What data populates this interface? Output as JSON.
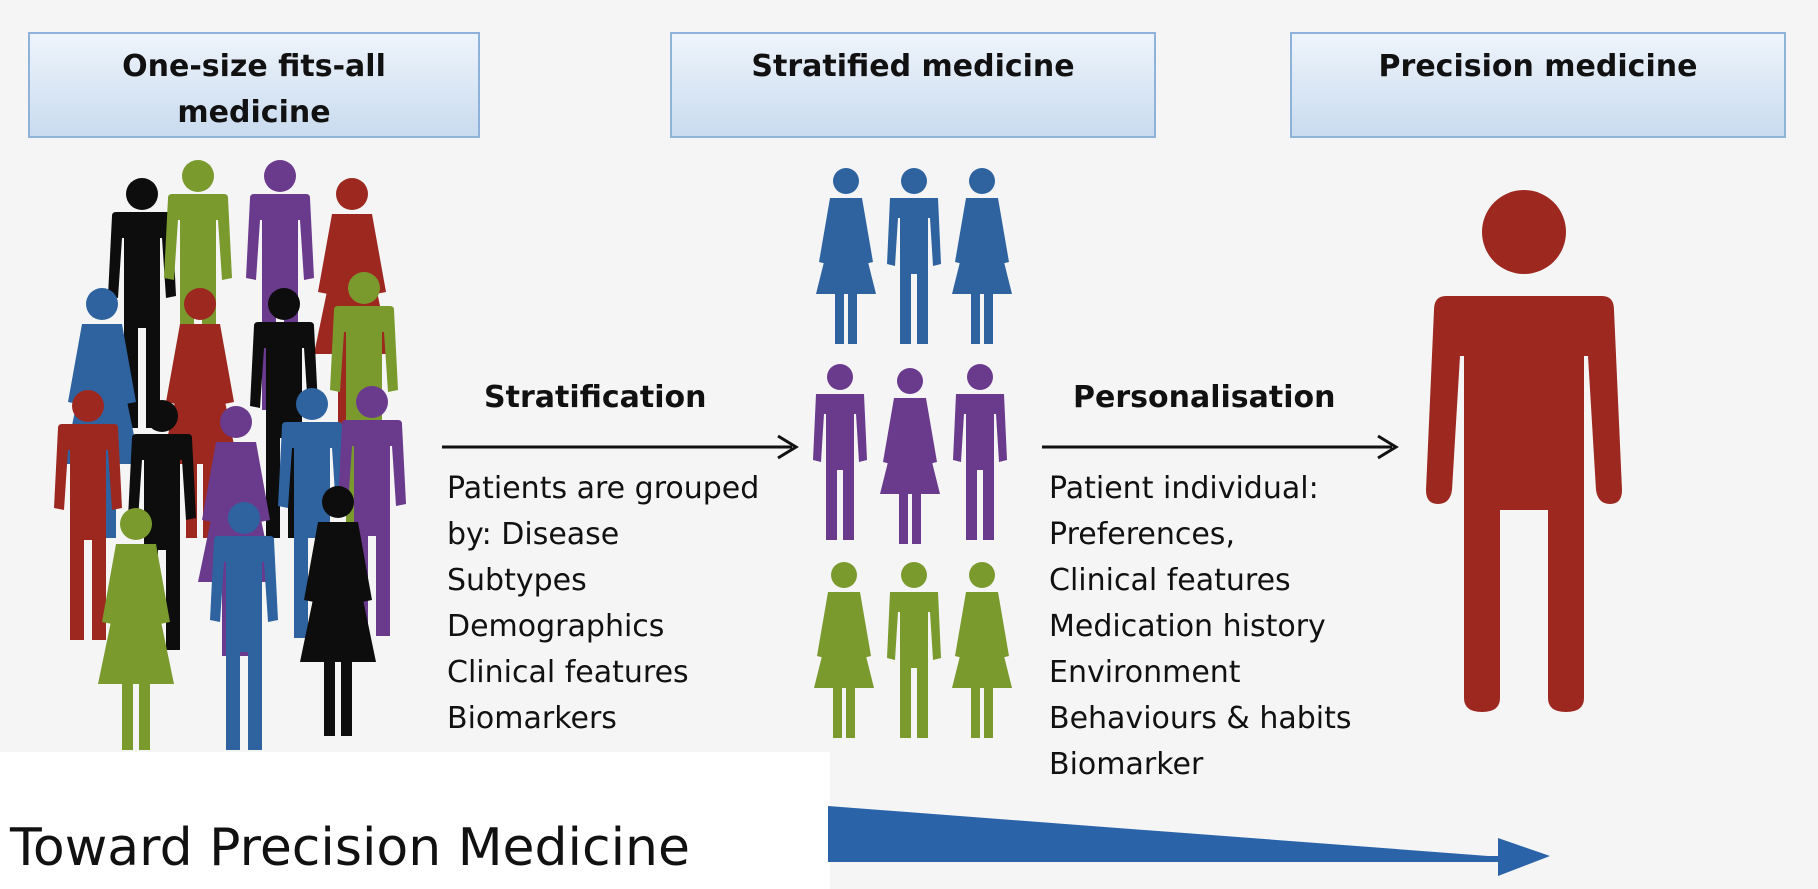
{
  "title": "Toward Precision Medicine",
  "headers": {
    "one_size": "One-size fits-all medicine",
    "stratified": "Stratified medicine",
    "precision": "Precision medicine"
  },
  "steps": {
    "stratification": "Stratification",
    "personalisation": "Personalisation"
  },
  "stratification_text": [
    "Patients are grouped",
    "by: Disease",
    "Subtypes",
    "Demographics",
    "Clinical features",
    "Biomarkers"
  ],
  "personalisation_text": [
    "Patient individual:",
    "Preferences,",
    "Clinical features",
    "Medication history",
    "Environment",
    "Behaviours & habits",
    "Biomarker"
  ],
  "colors": {
    "black": "#0d0d0d",
    "green": "#7a9a2e",
    "purple": "#6a3a8c",
    "red": "#9c2820",
    "blue": "#2e63a0",
    "arrow": "#2a63a8"
  }
}
